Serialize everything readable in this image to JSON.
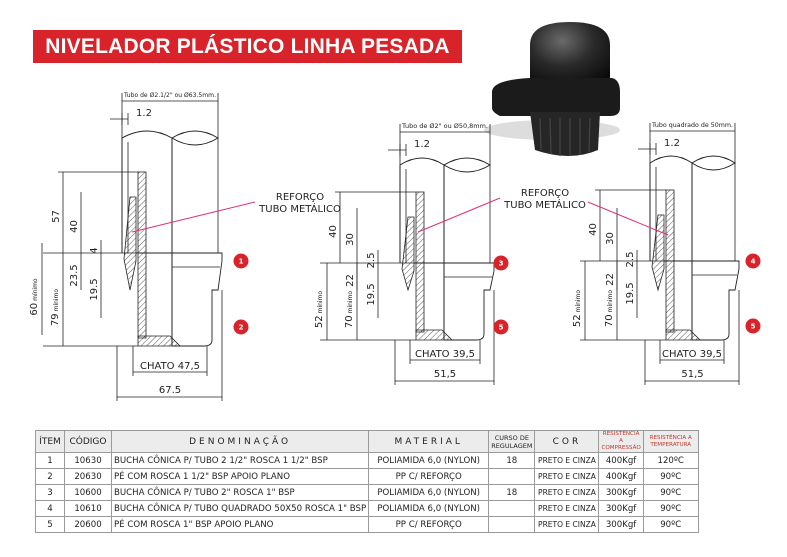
{
  "title": "NIVELADOR PLÁSTICO LINHA PESADA",
  "reinforcement_label": [
    "REFORÇO",
    "TUBO METÁLICO"
  ],
  "drawings": [
    {
      "tube_label": "Tubo de Ø2.1/2\" ou Ø63.5mm.",
      "wall": "1.2",
      "chato": "CHATO 47,5",
      "total_width": "67.5",
      "dims": [
        "57",
        "40",
        "4",
        "23.5",
        "19.5",
        "79",
        "60"
      ],
      "min_suffix": "mínimo",
      "badges": [
        "1",
        "2"
      ]
    },
    {
      "tube_label": "Tubo de Ø2\" ou Ø50,8mm.",
      "wall": "1.2",
      "chato": "CHATO 39,5",
      "total_width": "51,5",
      "dims": [
        "40",
        "30",
        "2.5",
        "22",
        "19.5",
        "70",
        "52"
      ],
      "min_suffix": "mínimo",
      "badges": [
        "3",
        "5"
      ]
    },
    {
      "tube_label": "Tubo quadrado de 50mm.",
      "wall": "1.2",
      "chato": "CHATO 39,5",
      "total_width": "51,5",
      "dims": [
        "40",
        "30",
        "2.5",
        "22",
        "19.5",
        "70",
        "52"
      ],
      "min_suffix": "mínimo",
      "badges": [
        "4",
        "5"
      ]
    }
  ],
  "colors": {
    "brand_red": "#d8232a",
    "leader_line": "#e0307a"
  },
  "table": {
    "headers": [
      "ÍTEM",
      "CÓDIGO",
      "DENOMINAÇÃO",
      "MATERIAL",
      "CURSO DE REGULAGEM",
      "COR",
      "RESISTÊNCIA A COMPRESSÃO",
      "RESISTÊNCIA A TEMPERATURA"
    ],
    "rows": [
      [
        "1",
        "10630",
        "BUCHA CÔNICA P/ TUBO 2 1/2\" ROSCA 1 1/2\" BSP",
        "POLIAMIDA 6,0 (NYLON)",
        "18",
        "PRETO E CINZA",
        "400Kgf",
        "120ºC"
      ],
      [
        "2",
        "20630",
        "PÉ COM ROSCA 1 1/2\" BSP APOIO PLANO",
        "PP C/ REFORÇO",
        "",
        "PRETO E CINZA",
        "400Kgf",
        "90ºC"
      ],
      [
        "3",
        "10600",
        "BUCHA CÔNICA P/ TUBO 2\" ROSCA 1\" BSP",
        "POLIAMIDA 6,0 (NYLON)",
        "18",
        "PRETO E CINZA",
        "300Kgf",
        "90ºC"
      ],
      [
        "4",
        "10610",
        "BUCHA CÔNICA P/ TUBO QUADRADO 50X50 ROSCA 1\" BSP",
        "POLIAMIDA 6,0 (NYLON)",
        "",
        "PRETO E CINZA",
        "300Kgf",
        "90ºC"
      ],
      [
        "5",
        "20600",
        "PÉ COM ROSCA 1\" BSP APOIO PLANO",
        "PP C/ REFORÇO",
        "",
        "PRETO E CINZA",
        "300Kgf",
        "90ºC"
      ]
    ]
  }
}
